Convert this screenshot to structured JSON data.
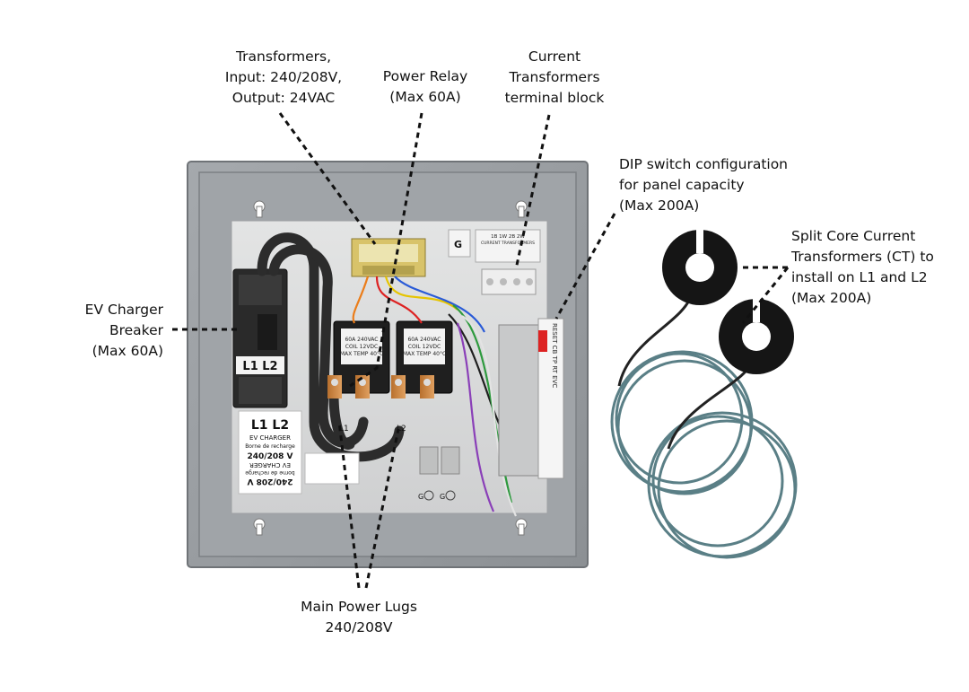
{
  "callouts": {
    "transformers": "Transformers,\nInput: 240/208V,\nOutput: 24VAC",
    "power_relay": "Power Relay\n(Max 60A)",
    "ct_terminal": "Current\nTransformers\nterminal block",
    "dip_switch": "DIP switch configuration\nfor panel capacity\n(Max 200A)",
    "split_core": "Split Core Current\nTransformers (CT) to\ninstall on L1 and L2\n(Max 200A)",
    "breaker": "EV Charger\nBreaker\n(Max 60A)",
    "main_lugs": "Main Power Lugs\n240/208V"
  },
  "panel_text": {
    "breaker_tag": "L1 L2",
    "label_l1l2": "L1 L2",
    "label_ev_charger": "EV CHARGER",
    "label_borne": "Borne de recharge",
    "label_voltage": "240/208 V",
    "label_voltage_inv": "240/208 V",
    "label_borne_inv": "borne de recharge",
    "label_ev_inv": "EV CHARGER",
    "lug_l1": "L1",
    "lug_l2": "L2",
    "relay_text_1": "60A 240VAC\nCOIL 12VDC\nMAX TEMP 40°C",
    "relay_text_2": "60A 240VAC\nCOIL 12VDC\nMAX TEMP 40°C",
    "ct_labels": "1B   1W   2B   2W",
    "ct_title": "CURRENT TRANSFORMERS",
    "dip_labels": "RESET  CB   TP   RT   EVC",
    "ground_1": "G",
    "ground_2": "G"
  },
  "colors": {
    "enclosure": "#9a9ea2",
    "backplate": "#d7d8d8",
    "cable": "#2c2c2c",
    "ct_wire": "#5a7f86"
  },
  "icons": [
    "ground-symbol-icon",
    "screw-icon"
  ]
}
